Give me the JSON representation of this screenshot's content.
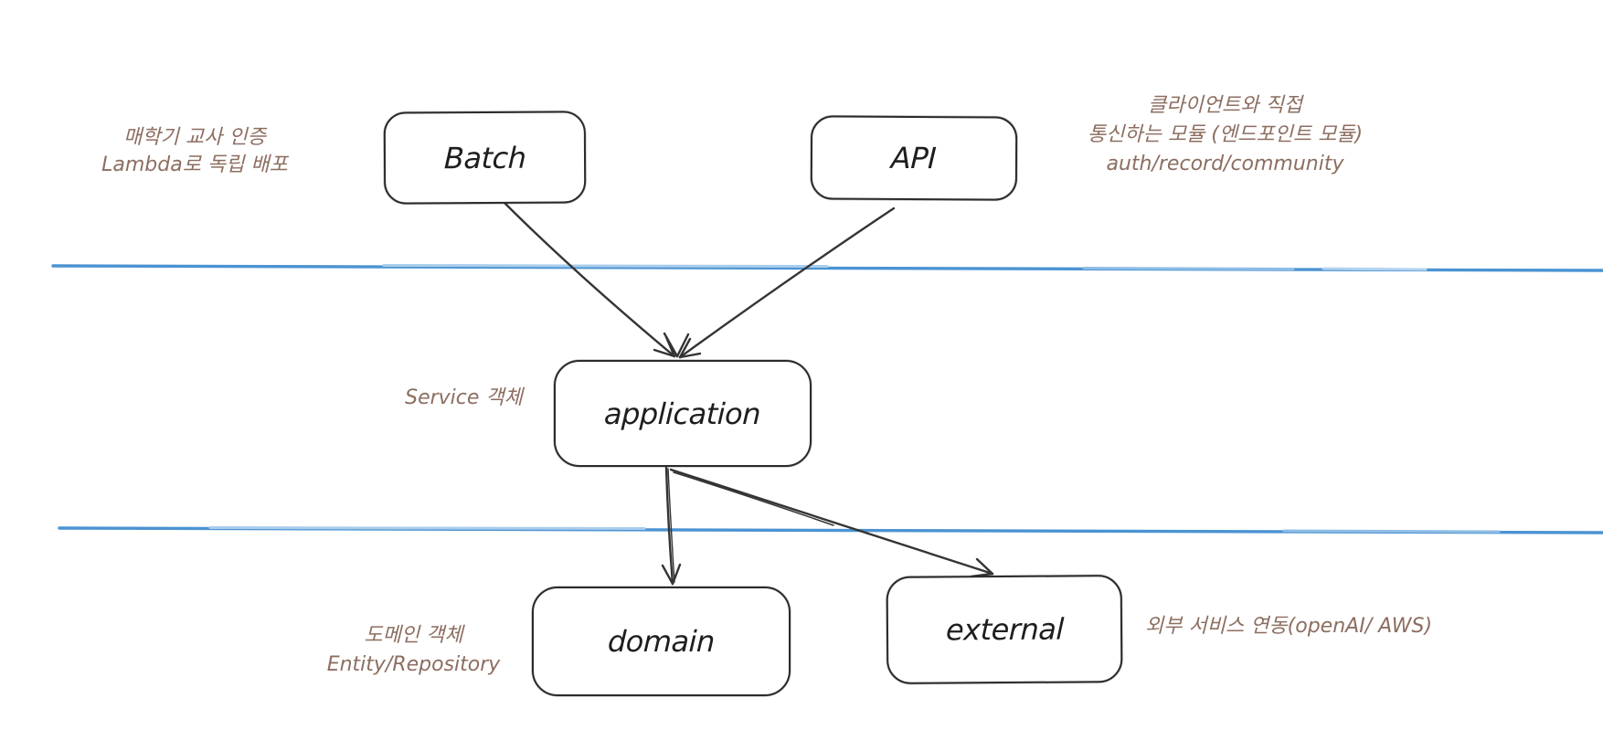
{
  "diagram": {
    "nodes": {
      "batch": {
        "label": "Batch"
      },
      "api": {
        "label": "API"
      },
      "application": {
        "label": "application"
      },
      "domain": {
        "label": "domain"
      },
      "external": {
        "label": "external"
      }
    },
    "edges": [
      {
        "from": "Batch",
        "to": "application"
      },
      {
        "from": "API",
        "to": "application"
      },
      {
        "from": "application",
        "to": "domain"
      },
      {
        "from": "application",
        "to": "external"
      }
    ],
    "layers": {
      "divider_count": 2
    },
    "annotations": {
      "batch_note": {
        "line1": "매학기 교사 인증",
        "line2": "Lambda로 독립 배포"
      },
      "api_note": {
        "line1": "클라이언트와 직접",
        "line2": "통신하는 모듈 (엔드포인트 모듈)",
        "line3": "auth/record/community"
      },
      "application_note": {
        "text": "Service 객체"
      },
      "domain_note": {
        "line1": "도메인 객체",
        "line2": "Entity/Repository"
      },
      "external_note": {
        "text": "외부 서비스 연동(openAI/ AWS)"
      }
    },
    "colors": {
      "background": "#ffffff",
      "annotation_text": "#8c6e60",
      "node_stroke": "#2b2b2b",
      "node_label": "#1e1e1e",
      "arrow_stroke": "#343434",
      "divider_blue": "#4b93d2"
    }
  }
}
